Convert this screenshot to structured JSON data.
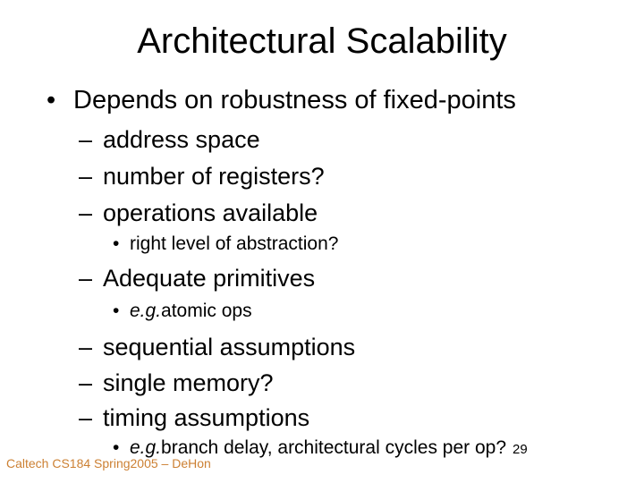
{
  "slide": {
    "title": "Architectural Scalability",
    "bullet1": {
      "marker": "•",
      "text": "Depends on robustness of fixed-points"
    },
    "items": [
      {
        "marker": "–",
        "text": "address space"
      },
      {
        "marker": "–",
        "text": "number of registers?"
      },
      {
        "marker": "–",
        "text": "operations available"
      },
      {
        "marker": "•",
        "text": "right level of abstraction?"
      },
      {
        "marker": "–",
        "text": "Adequate primitives"
      },
      {
        "marker": "•",
        "italic": "e.g.",
        "text": " atomic ops"
      },
      {
        "marker": "–",
        "text": "sequential assumptions"
      },
      {
        "marker": "–",
        "text": "single memory?"
      },
      {
        "marker": "–",
        "text": "timing assumptions"
      },
      {
        "marker": "•",
        "italic": "e.g.",
        "text": " branch delay, architectural cycles per op?"
      }
    ],
    "page_number": "29",
    "footer": "Caltech CS184 Spring2005 – DeHon"
  },
  "colors": {
    "background": "#FFFFFF",
    "text": "#000000",
    "footer_text": "#CC8033"
  }
}
